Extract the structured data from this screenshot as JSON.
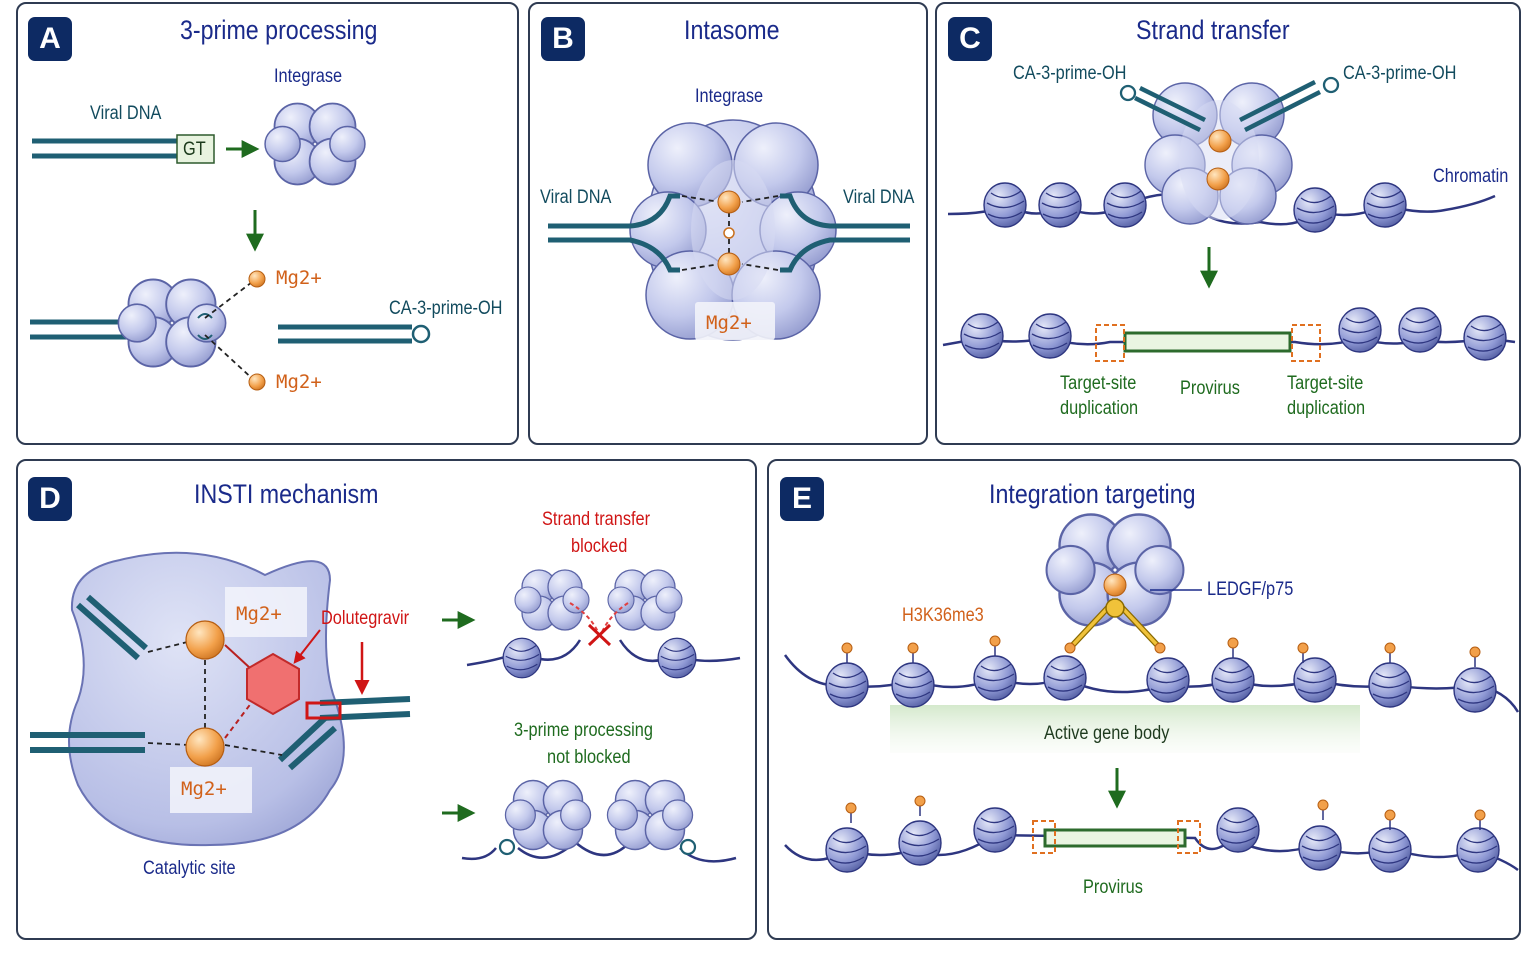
{
  "colors": {
    "navy_badge": "#0d2a63",
    "title_blue": "#1a2a8a",
    "teal_dna": "#1f5f73",
    "protein": "#c3c9ec",
    "magnesium": "#f2a04a",
    "green_arrow": "#1f6b1f",
    "inhibitor": "#f07070",
    "blocked_red": "#d01515"
  },
  "icons": [
    "integrase-tetramer-icon",
    "nucleosome-icon",
    "mg-ion-icon",
    "dolutegravir-hexagon-icon",
    "green-arrow-icon",
    "red-x-icon"
  ],
  "panels": {
    "a": {
      "badge": "A",
      "title": "3-prime processing",
      "integrase": "Integrase",
      "viral_dna": "Viral DNA",
      "gt": "GT",
      "mg_top": "Mg2+",
      "mg_bottom": "Mg2+",
      "ca_oh": "CA-3-prime-OH"
    },
    "b": {
      "badge": "B",
      "title": "Intasome",
      "integrase": "Integrase",
      "viral_dna_left": "Viral DNA",
      "viral_dna_right": "Viral DNA",
      "mg": "Mg2+"
    },
    "c": {
      "badge": "C",
      "title": "Strand transfer",
      "ca_left": "CA-3-prime-OH",
      "ca_right": "CA-3-prime-OH",
      "chromatin": "Chromatin",
      "tsd_left_1": "Target-site",
      "tsd_left_2": "duplication",
      "provirus": "Provirus",
      "tsd_right_1": "Target-site",
      "tsd_right_2": "duplication"
    },
    "d": {
      "badge": "D",
      "title": "INSTI mechanism",
      "mg_top": "Mg2+",
      "mg_bottom": "Mg2+",
      "drug": "Dolutegravir",
      "catalytic": "Catalytic site",
      "blocked_1": "Strand transfer",
      "blocked_2": "blocked",
      "notblocked_1": "3-prime processing",
      "notblocked_2": "not blocked"
    },
    "e": {
      "badge": "E",
      "title": "Integration targeting",
      "ledgf": "LEDGF/p75",
      "h3k36": "H3K36me3",
      "active_gene": "Active gene body",
      "provirus": "Provirus"
    }
  }
}
